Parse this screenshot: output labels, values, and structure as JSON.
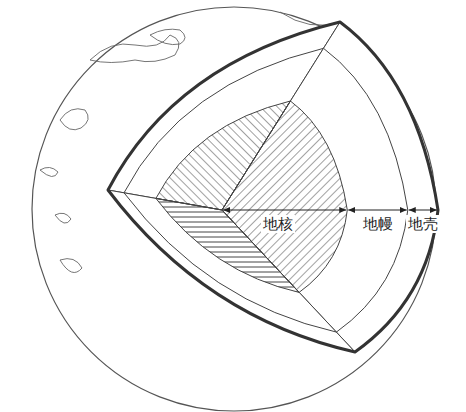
{
  "diagram": {
    "labels": [
      "地核",
      "地幔",
      "地壳"
    ]
  }
}
